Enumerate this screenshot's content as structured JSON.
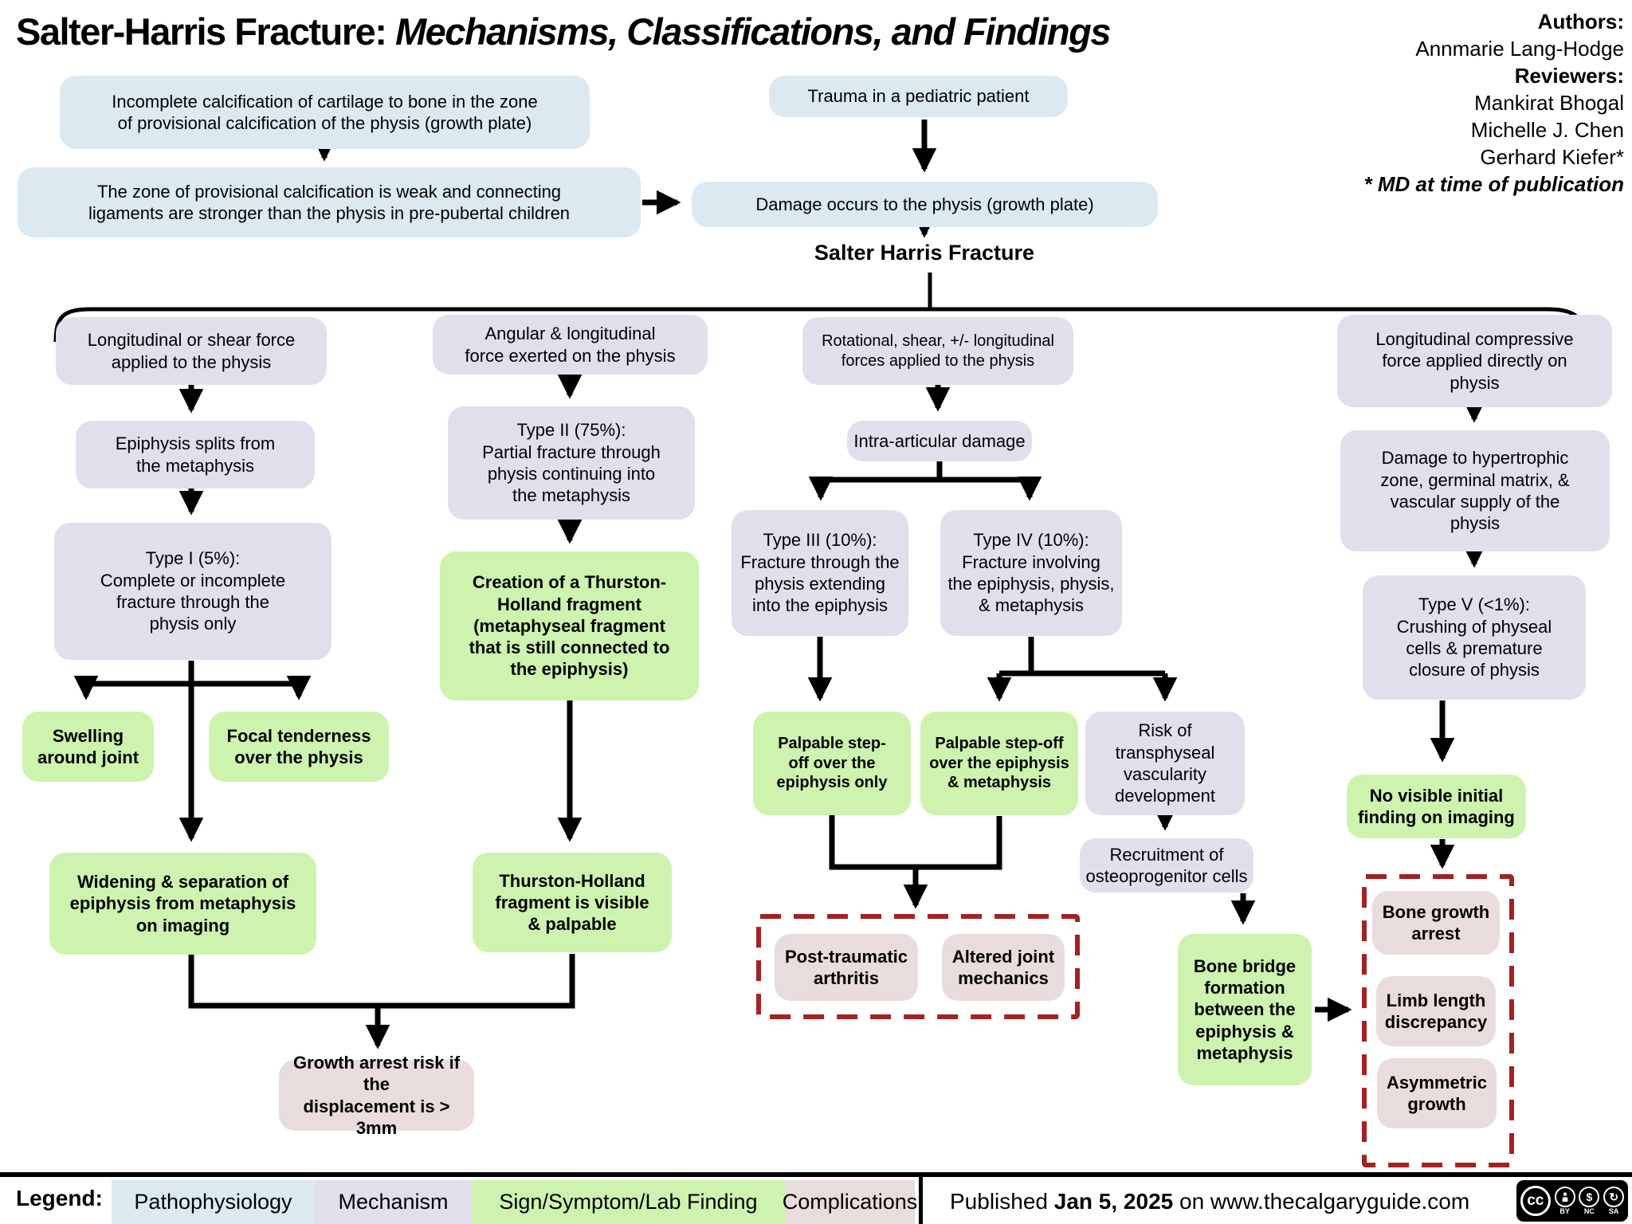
{
  "title": {
    "main": "Salter-Harris Fracture: ",
    "emphasis": "Mechanisms, Classifications, and Findings"
  },
  "credits": {
    "authors_label": "Authors:",
    "authors": [
      "Annmarie Lang-Hodge"
    ],
    "reviewers_label": "Reviewers:",
    "reviewers": [
      "Mankirat Bhogal",
      "Michelle J. Chen",
      "Gerhard Kiefer*"
    ],
    "footnote": "* MD at time of publication"
  },
  "root_label": "Salter Harris Fracture",
  "nodes": {
    "incomplete_calcification": {
      "type": "pathophysiology",
      "text": "Incomplete calcification of cartilage to bone in the zone\nof provisional calcification of the physis (growth plate)"
    },
    "weak_zone": {
      "type": "pathophysiology",
      "text": "The zone of provisional calcification is weak and connecting\nligaments are stronger than the physis in pre-pubertal children"
    },
    "trauma": {
      "type": "pathophysiology",
      "text": "Trauma in a pediatric patient"
    },
    "damage_physis": {
      "type": "pathophysiology",
      "text": "Damage occurs to the physis (growth plate)"
    },
    "long_shear_force": {
      "type": "mechanism",
      "text": "Longitudinal or shear force\napplied to the physis"
    },
    "epiphysis_splits": {
      "type": "mechanism",
      "text": "Epiphysis splits from\nthe metaphysis"
    },
    "type_1": {
      "type": "mechanism",
      "text": "Type I (5%):\nComplete or incomplete\nfracture through the\nphysis only"
    },
    "swelling": {
      "type": "finding",
      "text": "Swelling\naround joint"
    },
    "focal_tenderness": {
      "type": "finding",
      "text": "Focal tenderness\nover the physis"
    },
    "widening_separation": {
      "type": "finding",
      "text": "Widening & separation of\nepiphysis from metaphysis\non imaging"
    },
    "angular_force": {
      "type": "mechanism",
      "text": "Angular & longitudinal\nforce exerted on the physis"
    },
    "type_2": {
      "type": "mechanism",
      "text": "Type II (75%):\nPartial fracture through\nphysis continuing into\nthe metaphysis"
    },
    "thurston_holland_creation": {
      "type": "finding",
      "text": "Creation of a Thurston-\nHolland fragment\n(metaphyseal fragment\nthat is still connected to\nthe epiphysis)"
    },
    "thurston_holland_visible": {
      "type": "finding",
      "text": "Thurston-Holland\nfragment is visible\n& palpable"
    },
    "growth_arrest_risk": {
      "type": "complication",
      "text": "Growth arrest risk if the\ndisplacement is > 3mm"
    },
    "rotational_forces": {
      "type": "mechanism",
      "text": "Rotational, shear, +/- longitudinal\nforces applied to the physis"
    },
    "intra_articular": {
      "type": "mechanism",
      "text": "Intra-articular damage"
    },
    "type_3": {
      "type": "mechanism",
      "text": "Type III (10%):\nFracture through the\nphysis extending\ninto the epiphysis"
    },
    "type_4": {
      "type": "mechanism",
      "text": "Type IV (10%):\nFracture involving\nthe epiphysis, physis,\n& metaphysis"
    },
    "step_off_epiphysis": {
      "type": "finding",
      "text": "Palpable step-\noff over the\nepiphysis only"
    },
    "step_off_epiphysis_metaphysis": {
      "type": "finding",
      "text": "Palpable step-off\nover the epiphysis\n& metaphysis"
    },
    "transphyseal_vascularity": {
      "type": "mechanism",
      "text": "Risk of transphyseal\nvascularity\ndevelopment"
    },
    "post_traumatic_arthritis": {
      "type": "complication",
      "text": "Post-traumatic\narthritis"
    },
    "altered_joint_mechanics": {
      "type": "complication",
      "text": "Altered joint\nmechanics"
    },
    "osteoprogenitor_recruitment": {
      "type": "mechanism",
      "text": "Recruitment of\nosteoprogenitor cells"
    },
    "bone_bridge": {
      "type": "finding",
      "text": "Bone bridge\nformation\nbetween the\nepiphysis &\nmetaphysis"
    },
    "compressive_force": {
      "type": "mechanism",
      "text": "Longitudinal compressive\nforce applied directly on\nphysis"
    },
    "hypertrophic_damage": {
      "type": "mechanism",
      "text": "Damage to hypertrophic\nzone, germinal matrix, &\nvascular supply of the\nphysis"
    },
    "type_5": {
      "type": "mechanism",
      "text": "Type V (<1%):\nCrushing of physeal\ncells & premature\nclosure of physis"
    },
    "no_visible_finding": {
      "type": "finding",
      "text": "No visible initial\nfinding on imaging"
    },
    "bone_growth_arrest": {
      "type": "complication",
      "text": "Bone growth\narrest"
    },
    "limb_length": {
      "type": "complication",
      "text": "Limb length\ndiscrepancy"
    },
    "asymmetric_growth": {
      "type": "complication",
      "text": "Asymmetric\ngrowth"
    }
  },
  "legend": {
    "label": "Legend:",
    "items": [
      {
        "label": "Pathophysiology",
        "type": "pathophysiology"
      },
      {
        "label": "Mechanism",
        "type": "mechanism"
      },
      {
        "label": "Sign/Symptom/Lab Finding",
        "type": "finding"
      },
      {
        "label": "Complications",
        "type": "complication"
      }
    ]
  },
  "footer": {
    "published_prefix": "Published ",
    "published_date": "Jan 5, 2025",
    "published_suffix": " on www.thecalgaryguide.com",
    "license_logo": "cc",
    "license_terms": [
      "BY",
      "NC",
      "SA"
    ]
  },
  "colors": {
    "pathophysiology": "#dce9f1",
    "mechanism": "#e2deec",
    "finding": "#cdf3ae",
    "complication": "#e9dcdc",
    "dashed-border": "#a32222",
    "arrow": "#000000"
  }
}
